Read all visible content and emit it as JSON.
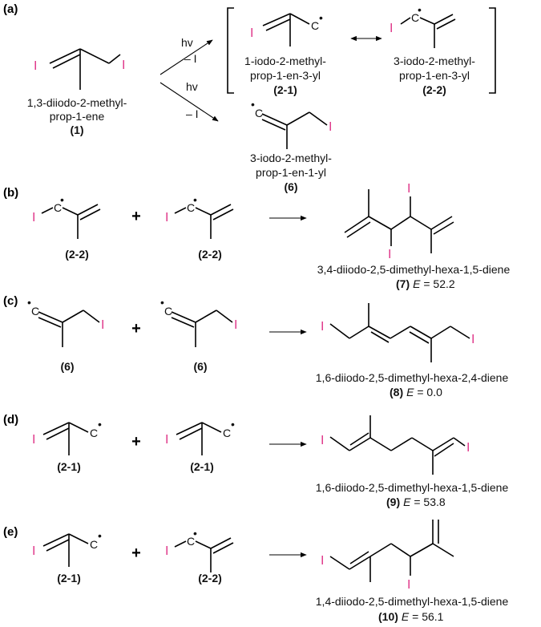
{
  "panels": {
    "a": "(a)",
    "b": "(b)",
    "c": "(c)",
    "d": "(d)",
    "e": "(e)"
  },
  "atoms": {
    "iodine": "I",
    "carbon": "C",
    "radical_dot": "•"
  },
  "colors": {
    "iodine": "#e0388a",
    "bond": "#000000"
  },
  "reagents": {
    "hv": "hv",
    "minus_i": "– I"
  },
  "operators": {
    "plus": "+",
    "resonance": "↔"
  },
  "compounds": {
    "c1": {
      "name_line1": "1,3-diiodo-2-methyl-",
      "name_line2": "prop-1-ene",
      "id": "(1)"
    },
    "c21": {
      "name_line1": "1-iodo-2-methyl-",
      "name_line2": "prop-1-en-3-yl",
      "id": "(2-1)"
    },
    "c22": {
      "name_line1": "3-iodo-2-methyl-",
      "name_line2": "prop-1-en-3-yl",
      "id": "(2-2)"
    },
    "c6": {
      "name_line1": "3-iodo-2-methyl-",
      "name_line2": "prop-1-en-1-yl",
      "id": "(6)"
    },
    "c7": {
      "name": "3,4-diiodo-2,5-dimethyl-hexa-1,5-diene",
      "id": "(7)",
      "energy_label": "E",
      "energy_value": " = 52.2"
    },
    "c8": {
      "name": "1,6-diiodo-2,5-dimethyl-hexa-2,4-diene",
      "id": "(8)",
      "energy_label": "E",
      "energy_value": " = 0.0"
    },
    "c9": {
      "name": "1,6-diiodo-2,5-dimethyl-hexa-1,5-diene",
      "id": "(9)",
      "energy_label": "E",
      "energy_value": " = 53.8"
    },
    "c10": {
      "name": "1,4-diiodo-2,5-dimethyl-hexa-1,5-diene",
      "id": "(10)",
      "energy_label": "E",
      "energy_value": " = 56.1"
    }
  },
  "reactant_ids": {
    "b_left": "(2-2)",
    "b_right": "(2-2)",
    "c_left": "(6)",
    "c_right": "(6)",
    "d_left": "(2-1)",
    "d_right": "(2-1)",
    "e_left": "(2-1)",
    "e_right": "(2-2)"
  }
}
